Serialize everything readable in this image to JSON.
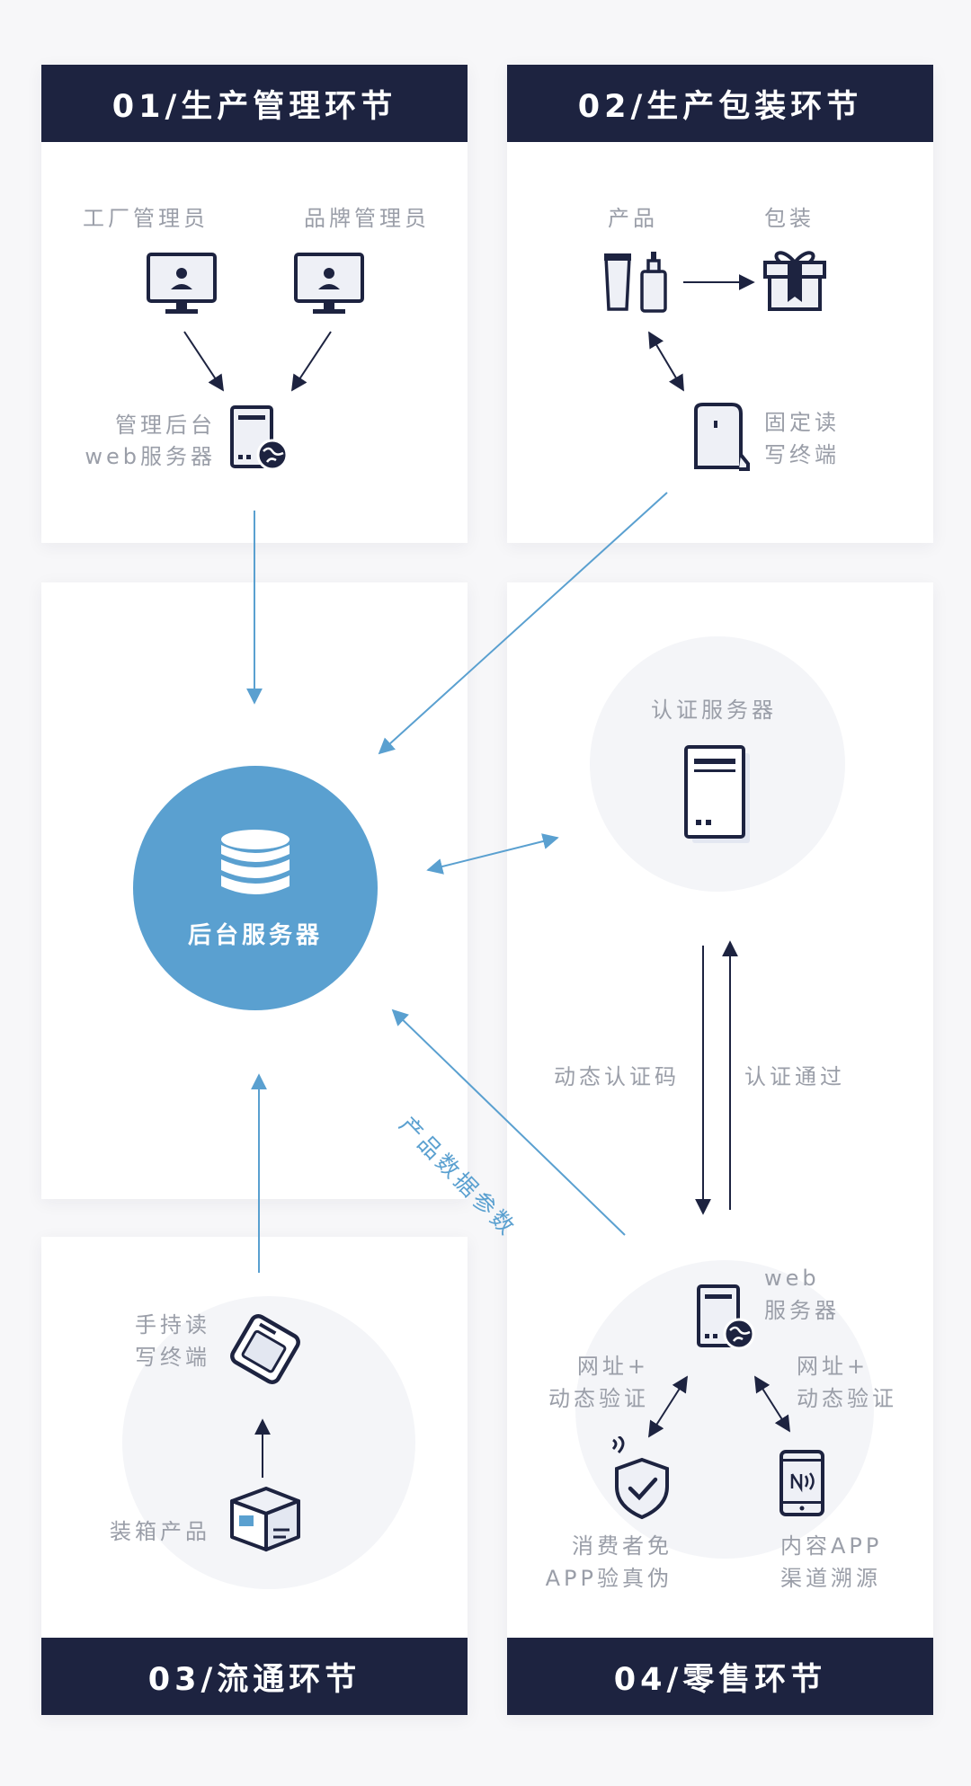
{
  "sections": {
    "s1": "01/生产管理环节",
    "s2": "02/生产包装环节",
    "s3": "03/流通环节",
    "s4": "04/零售环节"
  },
  "labels": {
    "factory_admin": "工厂管理员",
    "brand_admin": "品牌管理员",
    "admin_backend_1": "管理后台",
    "admin_backend_2": "web服务器",
    "product": "产品",
    "packaging": "包装",
    "fixed_reader_1": "固定读",
    "fixed_reader_2": "写终端",
    "auth_server": "认证服务器",
    "backend_server": "后台服务器",
    "dynamic_code": "动态认证码",
    "auth_passed": "认证通过",
    "product_data": "产品数据参数",
    "handheld_1": "手持读",
    "handheld_2": "写终端",
    "boxed_product": "装箱产品",
    "web_server_1": "web",
    "web_server_2": "服务器",
    "url_left_1": "网址+",
    "url_left_2": "动态验证",
    "url_right_1": "网址+",
    "url_right_2": "动态验证",
    "consumer_1": "消费者免",
    "consumer_2": "APP验真伪",
    "content_1": "内容APP",
    "content_2": "渠道溯源"
  },
  "colors": {
    "navy": "#1d2340",
    "accent_blue": "#5aa0d0",
    "label_gray": "#9a9ea8"
  }
}
